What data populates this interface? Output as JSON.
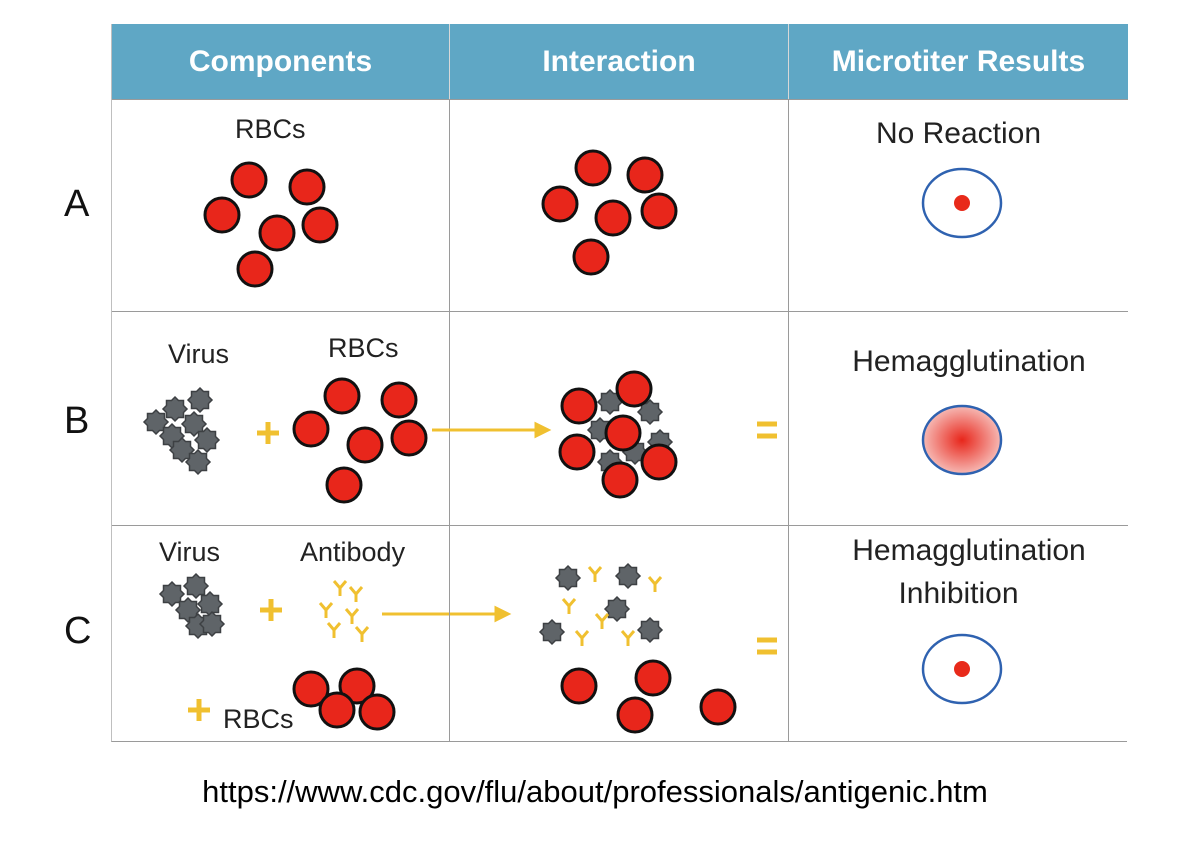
{
  "header": {
    "components": "Components",
    "interaction": "Interaction",
    "results": "Microtiter Results"
  },
  "rows": {
    "a": {
      "label": "A",
      "rbcs": "RBCs",
      "result": "No Reaction"
    },
    "b": {
      "label": "B",
      "virus": "Virus",
      "rbcs": "RBCs",
      "result": "Hemagglutination"
    },
    "c": {
      "label": "C",
      "virus": "Virus",
      "antibody": "Antibody",
      "rbcs": "RBCs",
      "result_line1": "Hemagglutination",
      "result_line2": "Inhibition"
    }
  },
  "source": "https://www.cdc.gov/flu/about/professionals/antigenic.htm",
  "colors": {
    "header_bg": "#5fa7c5",
    "rbc": "#e8261b",
    "virus": "#5f6468",
    "antibody_and_symbols": "#f0c030",
    "well_ring": "#2f62b0"
  }
}
